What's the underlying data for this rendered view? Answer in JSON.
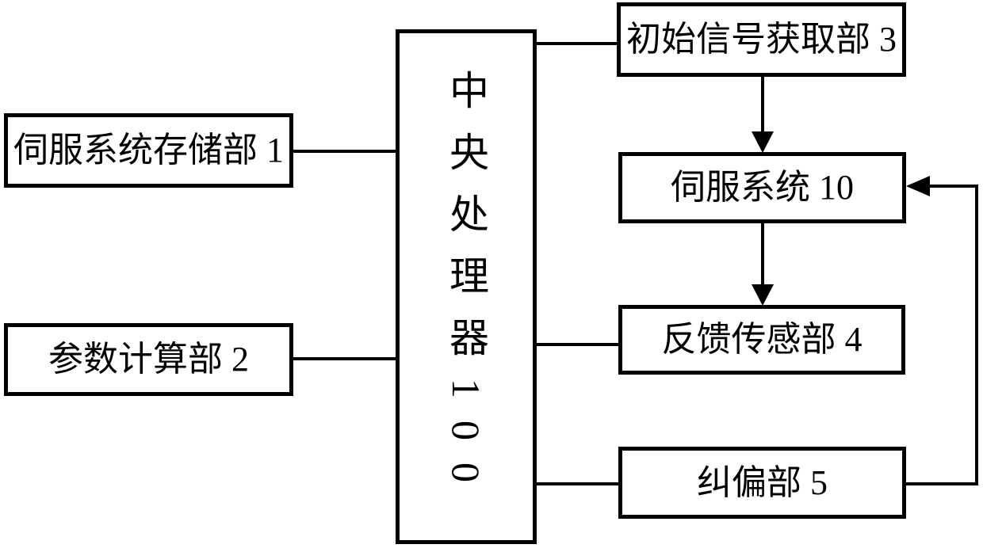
{
  "diagram": {
    "background_color": "#ffffff",
    "line_color": "#000000",
    "box_fill_color": "#ffffff",
    "nodes": [
      {
        "id": "servo-storage-1",
        "label": "伺服系统存储部 1"
      },
      {
        "id": "param-calc-2",
        "label": "参数计算部 2"
      },
      {
        "id": "cpu-100",
        "label": "中央处理器100",
        "orientation": "vertical"
      },
      {
        "id": "initial-signal-3",
        "label": "初始信号获取部 3"
      },
      {
        "id": "servo-system-10",
        "label": "伺服系统 10"
      },
      {
        "id": "feedback-sensor-4",
        "label": "反馈传感部 4"
      },
      {
        "id": "correction-5",
        "label": "纠偏部 5"
      }
    ],
    "edges": [
      {
        "from": "servo-storage-1",
        "to": "cpu-100",
        "style": "plain"
      },
      {
        "from": "param-calc-2",
        "to": "cpu-100",
        "style": "plain"
      },
      {
        "from": "cpu-100",
        "to": "initial-signal-3",
        "style": "plain"
      },
      {
        "from": "initial-signal-3",
        "to": "servo-system-10",
        "style": "arrow-down"
      },
      {
        "from": "servo-system-10",
        "to": "feedback-sensor-4",
        "style": "arrow-down"
      },
      {
        "from": "feedback-sensor-4",
        "to": "cpu-100",
        "style": "plain"
      },
      {
        "from": "correction-5",
        "to": "cpu-100",
        "style": "plain"
      },
      {
        "from": "correction-5",
        "to": "servo-system-10",
        "style": "arrow-left-loop"
      }
    ]
  }
}
